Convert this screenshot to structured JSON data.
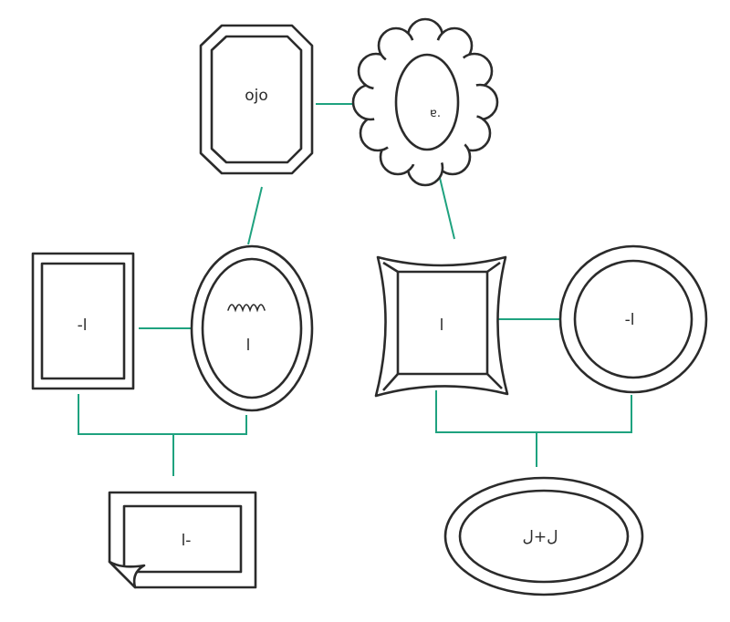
{
  "diagram": {
    "type": "family-tree",
    "connector_color": "#1fa27f",
    "frame_color": "#2b2b2b",
    "frames": [
      {
        "id": "grandfather",
        "shape": "octagon-frame",
        "label": "ojo"
      },
      {
        "id": "grandmother",
        "shape": "scalloped-oval-frame",
        "label": "ɐ."
      },
      {
        "id": "father",
        "shape": "oval-frame",
        "label": "ا"
      },
      {
        "id": "uncle",
        "shape": "rectangle-frame",
        "label": "-ا"
      },
      {
        "id": "mother",
        "shape": "ornate-square-frame",
        "label": "ا"
      },
      {
        "id": "aunt",
        "shape": "round-frame",
        "label": "-ا"
      },
      {
        "id": "child-left",
        "shape": "photo-curled-frame",
        "label": "ا-"
      },
      {
        "id": "child-right",
        "shape": "ellipse-frame",
        "label": "ل+ل"
      }
    ]
  }
}
